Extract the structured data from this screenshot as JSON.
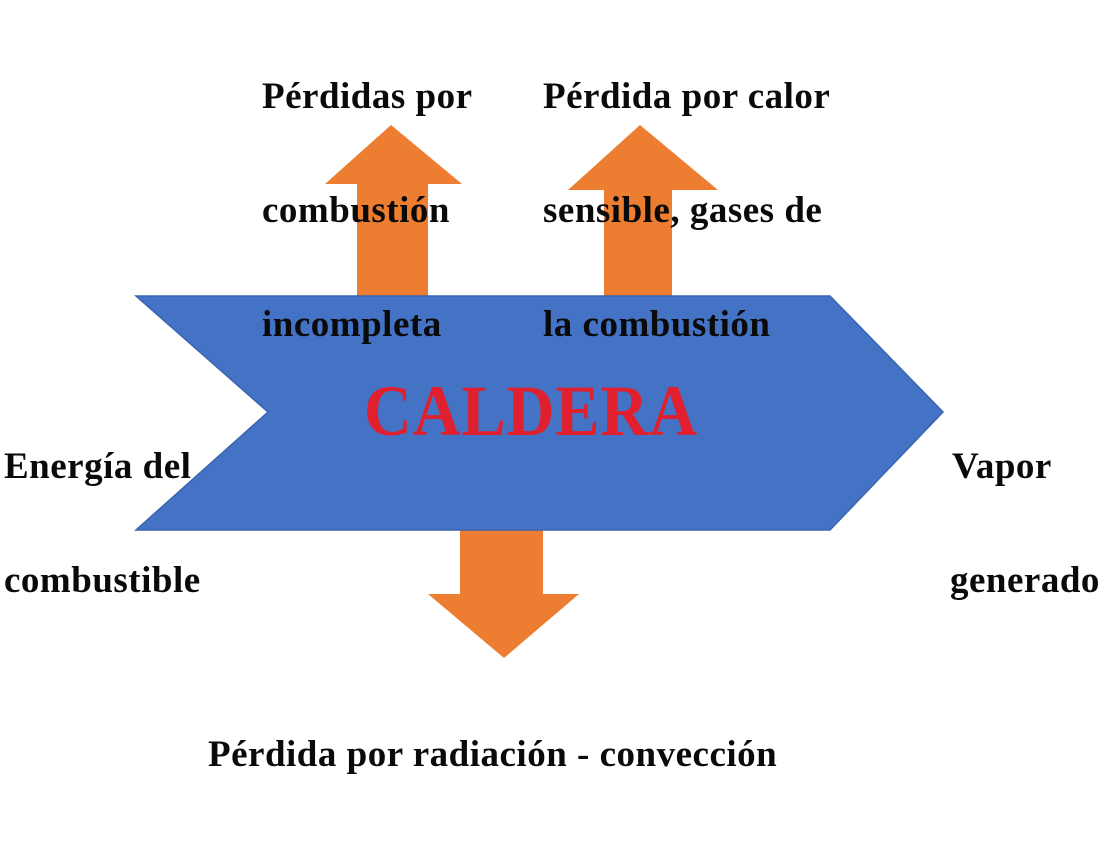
{
  "diagram": {
    "type": "flow",
    "colors": {
      "main_shape": "#4472C4",
      "arrows": "#ED7D31",
      "title_text": "#E0202E",
      "label_text": "#0A0A0A",
      "background": "#FFFFFF"
    },
    "center": {
      "shape": "chevron-arrow",
      "title": "CALDERA"
    },
    "input": {
      "label_line1": "Energía del",
      "label_line2": "combustible"
    },
    "output": {
      "label_line1": "Vapor",
      "label_line2": "generado"
    },
    "losses": [
      {
        "direction": "up",
        "label_line1": "Pérdidas por",
        "label_line2": "combustión",
        "label_line3": "incompleta"
      },
      {
        "direction": "up",
        "label_line1": "Pérdida por calor",
        "label_line2": "sensible, gases de",
        "label_line3": "la combustión"
      },
      {
        "direction": "down",
        "label_line1": "Pérdida por radiación - convección"
      }
    ]
  }
}
